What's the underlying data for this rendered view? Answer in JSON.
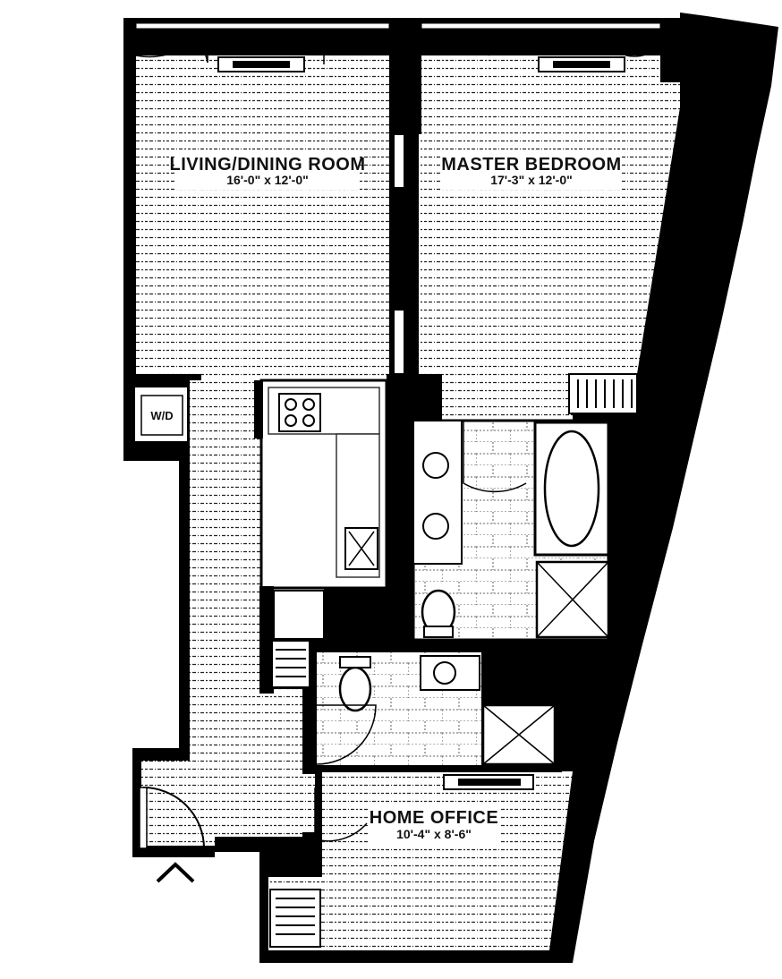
{
  "floor_plan": {
    "rooms": [
      {
        "name": "LIVING/DINING ROOM",
        "dimensions": "16'-0\" x 12'-0\""
      },
      {
        "name": "MASTER BEDROOM",
        "dimensions": "17'-3\" x 12'-0\""
      },
      {
        "name": "HOME OFFICE",
        "dimensions": "10'-4\" x 8'-6\""
      }
    ],
    "washer_dryer_label": "W/D"
  }
}
